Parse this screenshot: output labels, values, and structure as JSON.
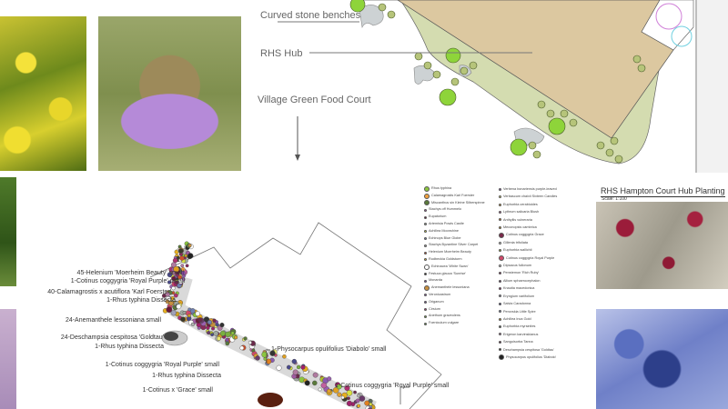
{
  "labels": {
    "benches": "Curved stone benches",
    "hub": "RHS Hub",
    "food_court": "Village Green Food Court"
  },
  "title": "RHS Hampton Court Hub Planting",
  "scale": "Scale: 1:100",
  "plan_labels": [
    "45-Helenium 'Moerheim Beauty' small",
    "1-Cotinus coggygria 'Royal Purple' small",
    "40-Calamagrostis x acutiflora 'Karl Foerster'",
    "1-Rhus typhina Dissecta",
    "24-Anemanthele lessoniana small",
    "24-Deschampsia cespitosa 'Goldtau'",
    "1-Rhus typhina Dissecta",
    "1-Cotinus coggygria 'Royal Purple' small",
    "1-Rhus typhina Dissecta",
    "1-Cotinus x 'Grace' small"
  ],
  "plan_labels_right": [
    "1-Physocarpus opulifolius 'Diabolo' small",
    "1-Cotinus coggygria 'Royal Purple' small"
  ],
  "legend_left": [
    {
      "name": "Rhus typhina",
      "color": "#8cc63f"
    },
    {
      "name": "Calamagrostis Karl Foerster",
      "color": "#f0a040"
    },
    {
      "name": "Miscanthus sin Kleine Silberspinne",
      "color": "#5a7a3a"
    },
    {
      "name": "Stachys off Hummelo",
      "color": "#a05aa0"
    },
    {
      "name": "Eupatorium",
      "color": "#6a1a3a"
    },
    {
      "name": "Artemisia Powis Castle",
      "color": "#a0a8a0"
    },
    {
      "name": "Achillea Moonshine",
      "color": "#d8e040"
    },
    {
      "name": "Echinops Blue Globe",
      "color": "#7080b0"
    },
    {
      "name": "Stachys Byzantine Silver Carpet",
      "color": "#b0b0b0"
    },
    {
      "name": "Helenium Moerheim Beauty",
      "color": "#d0502a"
    },
    {
      "name": "Rudbeckia Goldsturm",
      "color": "#e8b020"
    },
    {
      "name": "Echinacea 'White Swan'",
      "color": "#ffffff"
    },
    {
      "name": "Festuca glauca 'Sunrise'",
      "color": "#333333"
    },
    {
      "name": "Monarda",
      "color": "#8a4ab0"
    },
    {
      "name": "Anemanthele lessoniana",
      "color": "#c89040"
    },
    {
      "name": "Veronicastrum",
      "color": "#9a60b0"
    },
    {
      "name": "Origanum",
      "color": "#7a5aa0"
    },
    {
      "name": "Cirsium",
      "color": "#b03070"
    },
    {
      "name": "Anethum graveolens",
      "color": "#7ab040"
    },
    {
      "name": "Foeniculum vulgare",
      "color": "#6a9a50"
    }
  ],
  "legend_right": [
    {
      "name": "Verbena bonariensis purple-leaved",
      "color": "#8a5ab0"
    },
    {
      "name": "Verbascum chaixii Sixteen Candles",
      "color": "#e8e870"
    },
    {
      "name": "Euphorbia cerabioides",
      "color": "#e0a030"
    },
    {
      "name": "Lythrum salicaria Blush",
      "color": "#c060a0"
    },
    {
      "name": "Anthyllis vulneraria",
      "color": "#e08020"
    },
    {
      "name": "Meconopsis cambrica",
      "color": "#d0a020"
    },
    {
      "name": "Cotinus coggygria Grace",
      "color": "#7a2a4a"
    },
    {
      "name": "Gillenia trifoliata",
      "color": "#ffffff"
    },
    {
      "name": "Euphorbia wallichii",
      "color": "#b0c030"
    },
    {
      "name": "Cotinus coggygria Royal Purple",
      "color": "#d04a6a"
    },
    {
      "name": "Dipsacus fullonum",
      "color": "#ffffff"
    },
    {
      "name": "Penstemon 'Rich Ruby'",
      "color": "#8a2a5a"
    },
    {
      "name": "Allium sphaerocephalon",
      "color": "#6a3a6a"
    },
    {
      "name": "Knautia macedonica",
      "color": "#a0206a"
    },
    {
      "name": "Eryngium variifolium",
      "color": "#a0a0b8"
    },
    {
      "name": "Salvia Caradonna",
      "color": "#4a4a8a"
    },
    {
      "name": "Perovskia Little Spire",
      "color": "#8090c0"
    },
    {
      "name": "Achillea Inca Gold",
      "color": "#e0a020"
    },
    {
      "name": "Euphorbia myrsinites",
      "color": "#5a6a5a"
    },
    {
      "name": "Erigeron karvinskianus",
      "color": "#b07aa0"
    },
    {
      "name": "Sanguisorba Tanna",
      "color": "#6a2a4a"
    },
    {
      "name": "Deschampsia cespitosa 'Goldtau'",
      "color": "#3a3a2a"
    },
    {
      "name": "Physocarpus opulifolius 'Diabolo'",
      "color": "#222222"
    }
  ]
}
